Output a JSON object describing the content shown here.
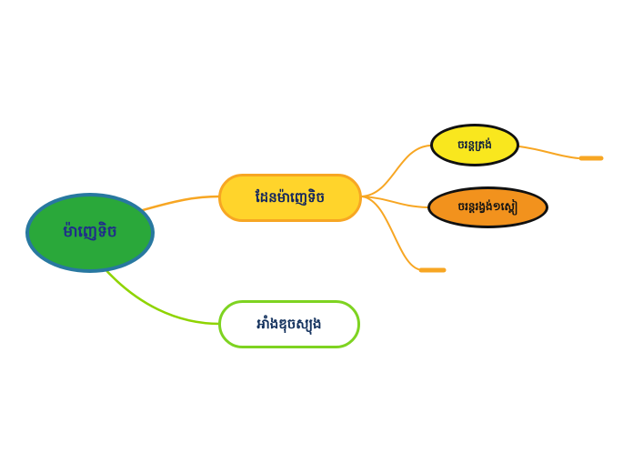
{
  "diagram": {
    "type": "mindmap",
    "background": "#ffffff"
  },
  "colors": {
    "orange_connector": "#f7a623",
    "green_connector": "#8fd400",
    "root_fill": "#2aa83a",
    "root_border": "#2878a0",
    "root_text": "#1f2d8a",
    "main_fill": "#ffd42b",
    "main_border": "#f7a623",
    "child_top_fill": "#f9e71e",
    "child_top_border": "#111111",
    "child_mid_fill": "#f2921d",
    "child_mid_border": "#111111",
    "bottom_fill": "#ffffff",
    "bottom_border": "#7ed321",
    "node_text": "#13265e"
  },
  "nodes": {
    "root": {
      "label": "ម៉ាញេទិច"
    },
    "main": {
      "label": "ដែនម៉ាញេទិច"
    },
    "child_top": {
      "label": "ចរន្តត្រង់"
    },
    "child_mid": {
      "label": "ចរន្តរង្វង់១ស្ពៀ"
    },
    "bottom": {
      "label": "អាំងឌុចស្យុង"
    }
  }
}
